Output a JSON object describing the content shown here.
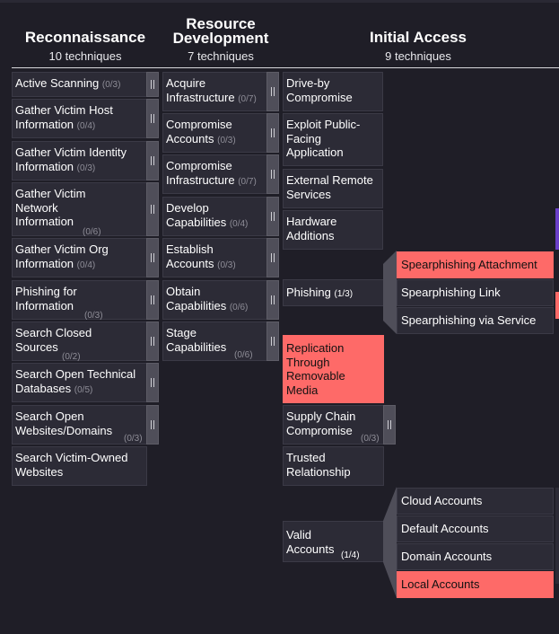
{
  "tactics": [
    {
      "name": "Reconnaissance",
      "count": "10 techniques"
    },
    {
      "name": "Resource Development",
      "count": "7 techniques"
    },
    {
      "name": "Initial Access",
      "count": "9 techniques"
    }
  ],
  "reconnaissance": [
    {
      "name": "Active Scanning",
      "count": "(0/3)"
    },
    {
      "name": "Gather Victim Host Information",
      "count": "(0/4)"
    },
    {
      "name": "Gather Victim Identity Information",
      "count": "(0/3)"
    },
    {
      "name": "Gather Victim Network Information",
      "count": "(0/6)"
    },
    {
      "name": "Gather Victim Org Information",
      "count": "(0/4)"
    },
    {
      "name": "Phishing for Information",
      "count": "(0/3)"
    },
    {
      "name": "Search Closed Sources",
      "count": "(0/2)"
    },
    {
      "name": "Search Open Technical Databases",
      "count": "(0/5)"
    },
    {
      "name": "Search Open Websites/Domains",
      "count": "(0/3)"
    },
    {
      "name": "Search Victim-Owned Websites",
      "count": ""
    }
  ],
  "resource_development": [
    {
      "name": "Acquire Infrastructure",
      "count": "(0/7)"
    },
    {
      "name": "Compromise Accounts",
      "count": "(0/3)"
    },
    {
      "name": "Compromise Infrastructure",
      "count": "(0/7)"
    },
    {
      "name": "Develop Capabilities",
      "count": "(0/4)"
    },
    {
      "name": "Establish Accounts",
      "count": "(0/3)"
    },
    {
      "name": "Obtain Capabilities",
      "count": "(0/6)"
    },
    {
      "name": "Stage Capabilities",
      "count": "(0/6)"
    }
  ],
  "initial_access": [
    {
      "name": "Drive-by Compromise",
      "count": ""
    },
    {
      "name": "Exploit Public-Facing Application",
      "count": ""
    },
    {
      "name": "External Remote Services",
      "count": ""
    },
    {
      "name": "Hardware Additions",
      "count": ""
    },
    {
      "name": "Phishing",
      "count": "(1/3)"
    },
    {
      "name": "Replication Through Removable Media",
      "count": ""
    },
    {
      "name": "Supply Chain Compromise",
      "count": "(0/3)"
    },
    {
      "name": "Trusted Relationship",
      "count": ""
    },
    {
      "name": "Valid Accounts",
      "count": "(1/4)"
    }
  ],
  "phishing_subs": [
    "Spearphishing Attachment",
    "Spearphishing Link",
    "Spearphishing via Service"
  ],
  "valid_accounts_subs": [
    "Cloud Accounts",
    "Default Accounts",
    "Domain Accounts",
    "Local Accounts"
  ],
  "colors": {
    "background": "#1f1e27",
    "cell": "#2c2b36",
    "highlight": "#fe6a68",
    "handle": "#4f4e59",
    "edge_purple": "#6a3fc8",
    "edge_red": "#fe6a68"
  }
}
